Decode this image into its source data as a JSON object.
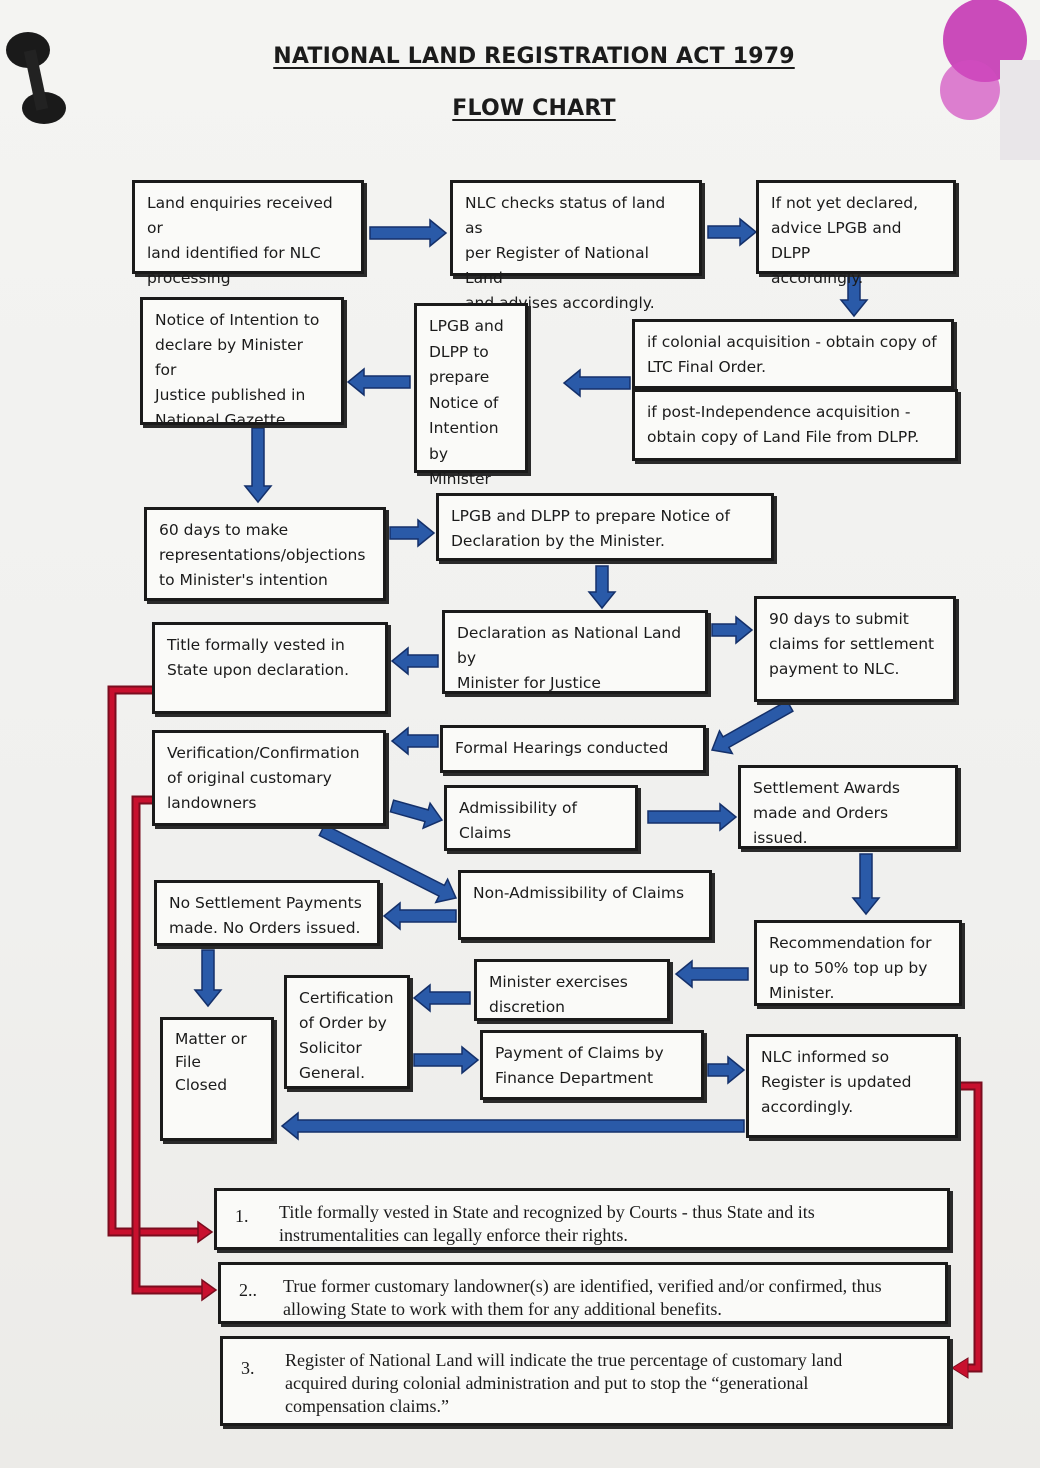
{
  "header": {
    "title": "NATIONAL LAND REGISTRATION ACT 1979",
    "subtitle": "FLOW CHART"
  },
  "boxes": {
    "land_enquiries": "Land enquiries received or\nland identified for NLC\nprocessing",
    "nlc_checks": "NLC checks status of land as\nper Register of National Land\nand advises accordingly.",
    "not_declared": "If not yet declared,\nadvice LPGB and DLPP\naccordingly.",
    "notice_intention": "Notice of Intention to\ndeclare by Minister for\nJustice published in\nNational Gazette.",
    "lpgb_prepare_notice": "LPGB and\nDLPP to\nprepare\nNotice of\nIntention by\nMinister",
    "colonial": "if colonial acquisition - obtain copy of\nLTC Final Order.",
    "post_independence": "if post-Independence acquisition -\nobtain copy of Land File from DLPP.",
    "sixty_days": "60 days to make\nrepresentations/objections\nto Minister's intention",
    "lpgb_declaration": "LPGB and DLPP to prepare Notice of\nDeclaration by the Minister.",
    "title_vested": "Title formally vested in\nState upon declaration.",
    "declaration": "Declaration as National Land by\nMinister for Justice",
    "ninety_days": "90 days to submit\nclaims for settlement\npayment to NLC.",
    "formal_hearings": "Formal Hearings conducted",
    "verification": "Verification/Confirmation\nof original customary\nlandowners",
    "admissibility": "Admissibility of\nClaims",
    "settlement_awards": "Settlement Awards\nmade and Orders issued.",
    "non_admissibility": "Non-Admissibility of Claims",
    "no_settlement": "No Settlement Payments\nmade. No Orders issued.",
    "recommendation": "Recommendation for\nup to 50% top up by\nMinister.",
    "minister_discretion": "Minister exercises\ndiscretion",
    "certification": "Certification\nof Order by\nSolicitor\nGeneral.",
    "matter_closed": "Matter or\nFile\nClosed",
    "payment": "Payment of Claims by\nFinance Department",
    "nlc_informed": "NLC informed so\nRegister is updated\naccordingly."
  },
  "outcomes": [
    {
      "num": "1.",
      "text": "Title formally vested in State and recognized by Courts - thus State and its instrumentalities can legally enforce their rights."
    },
    {
      "num": "2..",
      "text": "True former customary landowner(s) are identified, verified and/or confirmed, thus allowing State to work with them for any additional benefits."
    },
    {
      "num": "3.",
      "text": "Register of National Land will indicate the true percentage of customary land acquired during colonial administration and put to stop the “generational compensation claims.”"
    }
  ],
  "colors": {
    "arrow_blue": "#2a5aa8",
    "arrow_red": "#c8102e",
    "box_border": "#1a1a1a"
  }
}
